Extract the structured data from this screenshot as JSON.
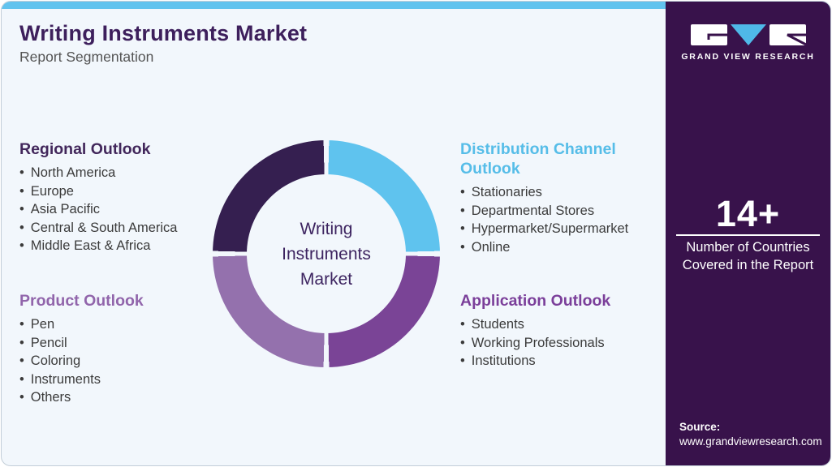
{
  "header": {
    "title": "Writing Instruments Market",
    "subtitle": "Report Segmentation"
  },
  "donut": {
    "center_label": "Writing\nInstruments\nMarket",
    "gap_color": "#f2f7fc",
    "segments": [
      {
        "name": "Distribution Channel Outlook",
        "position": "top-right",
        "color": "#5fc3ee",
        "value": 25
      },
      {
        "name": "Application Outlook",
        "position": "bottom-right",
        "color": "#7a4496",
        "value": 25
      },
      {
        "name": "Product Outlook",
        "position": "bottom-left",
        "color": "#9471ad",
        "value": 25
      },
      {
        "name": "Regional Outlook",
        "position": "top-left",
        "color": "#351f50",
        "value": 25
      }
    ]
  },
  "sections": {
    "regional": {
      "heading": "Regional Outlook",
      "color": "#42275b",
      "items": [
        "North America",
        "Europe",
        "Asia Pacific",
        "Central & South America",
        "Middle East & Africa"
      ]
    },
    "product": {
      "heading": "Product Outlook",
      "color": "#9165ab",
      "items": [
        "Pen",
        "Pencil",
        "Coloring",
        "Instruments",
        "Others"
      ]
    },
    "distribution": {
      "heading": "Distribution Channel Outlook",
      "color": "#56bde8",
      "items": [
        "Stationaries",
        "Departmental Stores",
        "Hypermarket/Supermarket",
        "Online"
      ]
    },
    "application": {
      "heading": "Application Outlook",
      "color": "#7b3f9a",
      "items": [
        "Students",
        "Working Professionals",
        "Institutions"
      ]
    }
  },
  "sidebar": {
    "bg_color": "#38124b",
    "accent_blue": "#4fb8e8",
    "logo_text": "GRAND VIEW RESEARCH",
    "countries_count": "14+",
    "countries_label": "Number of Countries Covered in the Report",
    "source_label": "Source:",
    "source_url": "www.grandviewresearch.com"
  },
  "top_bar_color": "#62c3ee"
}
